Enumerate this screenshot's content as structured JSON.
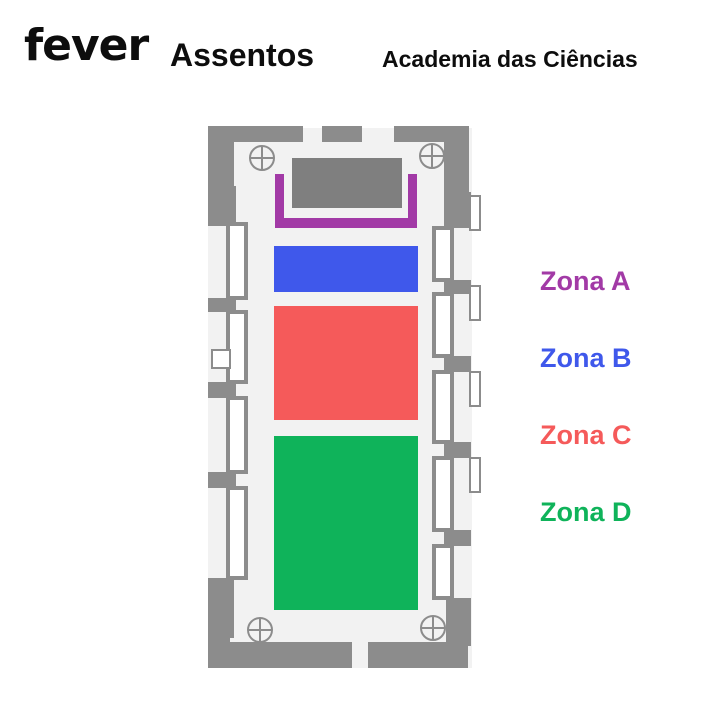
{
  "header": {
    "logo": "fever",
    "title": "Assentos",
    "venue": "Academia das Ciências"
  },
  "zones": [
    {
      "id": "a",
      "label": "Zona A",
      "color": "#a23aa6"
    },
    {
      "id": "b",
      "label": "Zona B",
      "color": "#3f58eb"
    },
    {
      "id": "c",
      "label": "Zona C",
      "color": "#f55a5a"
    },
    {
      "id": "d",
      "label": "Zona D",
      "color": "#0fb35a"
    }
  ],
  "plan": {
    "wall_color": "#8c8c8c",
    "floor_color": "#f0f0f0",
    "stage_color": "#7f7f7f"
  }
}
